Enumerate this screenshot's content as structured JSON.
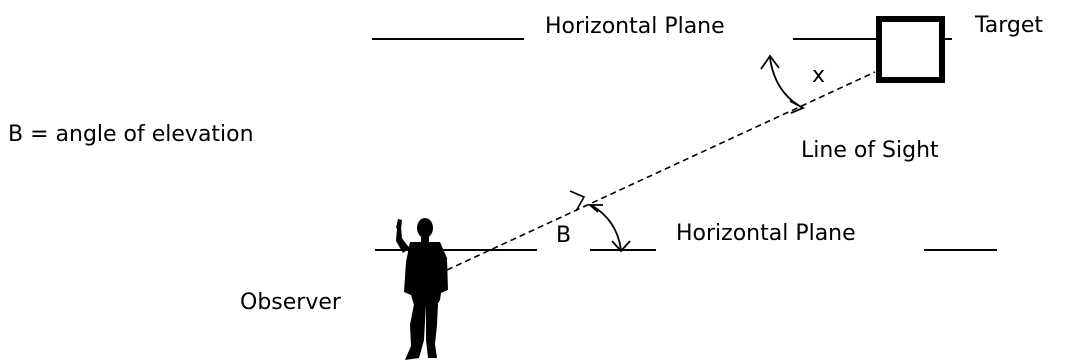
{
  "labels": {
    "horizontal_plane_top": "Horizontal Plane",
    "target": "Target",
    "angle_x": "x",
    "legend": "B = angle of elevation",
    "line_of_sight": "Line of Sight",
    "angle_b": "B",
    "horizontal_plane_bottom": "Horizontal Plane",
    "observer": "Observer"
  },
  "colors": {
    "ink": "#000000",
    "background": "#ffffff"
  },
  "icons": {
    "observer": "person-silhouette-icon",
    "target": "square-target-icon"
  }
}
